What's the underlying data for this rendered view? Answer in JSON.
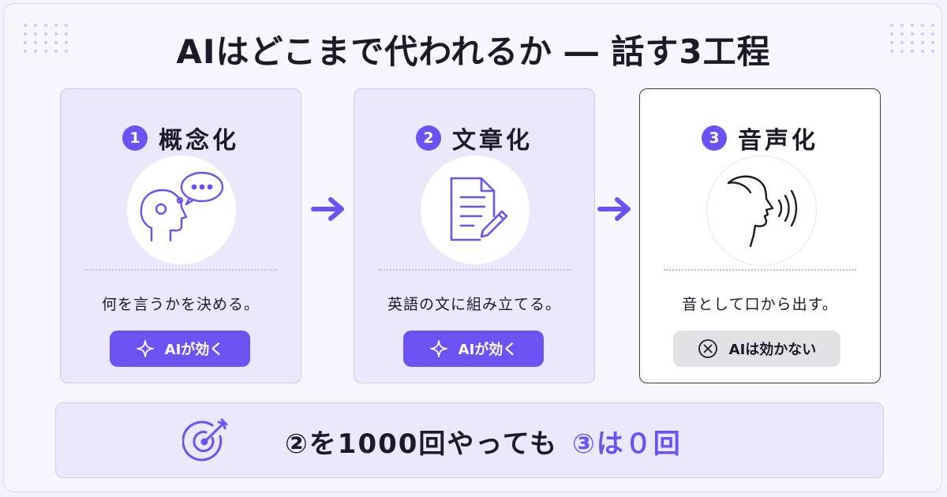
{
  "title": "AIはどこまで代われるか ― 話す3工程",
  "colors": {
    "accent": "#6c52f0",
    "card_bg": "#ebe8fb",
    "neutral_badge": "#e2e2e4"
  },
  "steps": [
    {
      "number": "1",
      "name": "概念化",
      "icon": "head-thought-bubble-icon",
      "description": "何を言うかを決める。",
      "badge": {
        "icon": "sparkle-icon",
        "label": "AIが効く",
        "status": "effective"
      }
    },
    {
      "number": "2",
      "name": "文章化",
      "icon": "document-pencil-icon",
      "description": "英語の文に組み立てる。",
      "badge": {
        "icon": "sparkle-icon",
        "label": "AIが効く",
        "status": "effective"
      }
    },
    {
      "number": "3",
      "name": "音声化",
      "icon": "speaking-face-icon",
      "description": "音として口から出す。",
      "badge": {
        "icon": "cross-circle-icon",
        "label": "AIは効かない",
        "status": "not-effective"
      }
    }
  ],
  "conclusion": {
    "icon": "target-icon",
    "text_main": "②を1000回やっても",
    "text_accent": "③は０回"
  }
}
